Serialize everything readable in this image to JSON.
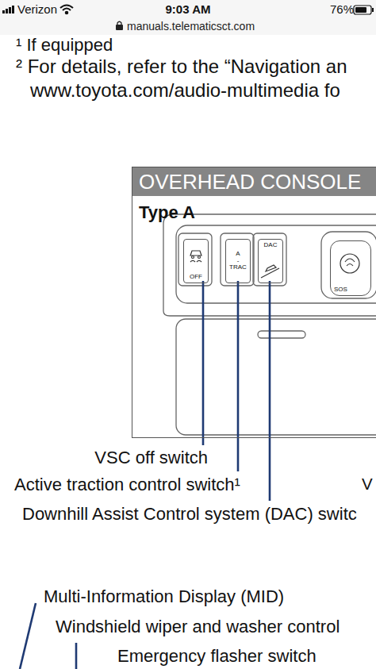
{
  "diagram": {
    "nodes": [
      {
        "text": [
          "OVERHEAD CONSOLE",
          "Type A"
        ]
      },
      {
        "text": [
          "OFF"
        ],
        "in": 0
      },
      {
        "text": [
          "A - TRAC"
        ],
        "in": 0
      },
      {
        "text": [
          "DAC"
        ],
        "in": 0
      },
      {
        "text": [
          "SOS"
        ],
        "in": 0
      }
    ],
    "labels": [
      "Verizon",
      "9:03 AM",
      "76%",
      "manuals.telematicsct.com",
      "¹ If equipped",
      "² For details, refer to the “Navigation an",
      "www.toyota.com/audio-multimedia fo",
      "VSC off switch",
      "Active traction control switch¹",
      "V",
      "Downhill Assist Control system (DAC) switc",
      "Multi-Information Display (MID)",
      "Windshield wiper and washer control",
      "Emergency flasher switch"
    ]
  }
}
